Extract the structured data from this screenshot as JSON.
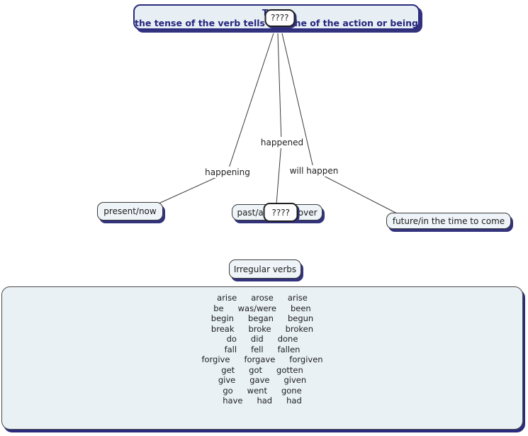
{
  "title_node": {
    "title": "Tense",
    "subtitle_left": "the tense of the verb tells",
    "subtitle_right": "he of the action or being",
    "overlay": "????"
  },
  "edge_labels": [
    {
      "label": "happening"
    },
    {
      "label": "happened"
    },
    {
      "label": "will happen"
    }
  ],
  "concept_nodes": {
    "present": {
      "label": "present/now"
    },
    "past": {
      "left": "past/a",
      "right": "over",
      "overlay": "????"
    },
    "future": {
      "label": "future/in the time to come"
    },
    "irregular": {
      "label": "Irregular verbs"
    }
  },
  "verb_table": {
    "rows": [
      [
        "arise",
        "arose",
        "arise"
      ],
      [
        "be",
        "was/were",
        "been"
      ],
      [
        "begin",
        "began",
        "begun"
      ],
      [
        "break",
        "broke",
        "broken"
      ],
      [
        "do",
        "did",
        "done"
      ],
      [
        "fall",
        "fell",
        "fallen"
      ],
      [
        "forgive",
        "forgave",
        "forgiven"
      ],
      [
        "get",
        "got",
        "gotten"
      ],
      [
        "give",
        "gave",
        "given"
      ],
      [
        "go",
        "went",
        "gone"
      ],
      [
        "have",
        "had",
        "had"
      ]
    ]
  },
  "colors": {
    "accent_navy": "#2b2b7e",
    "shadow_navy": "#32327d",
    "node_fill": "#eef4f7",
    "root_fill": "#e7eff4",
    "line": "#3a3a3a"
  }
}
